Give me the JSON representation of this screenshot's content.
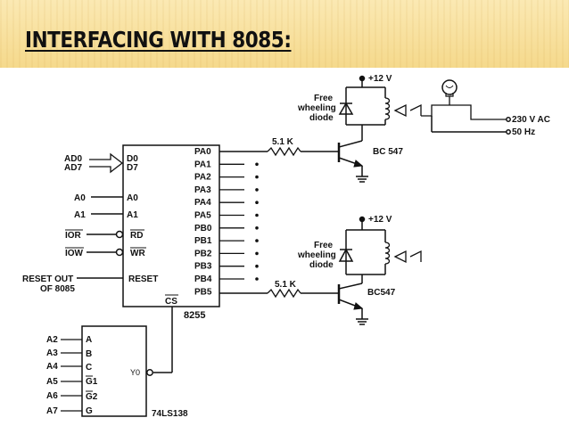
{
  "slide": {
    "title": "INTERFACING WITH 8085:"
  },
  "ppi": {
    "name": "8255",
    "cs": "CS",
    "left_pins": [
      "D0",
      "D7",
      "A0",
      "A1",
      "RD",
      "WR",
      "RESET"
    ],
    "right_pins": [
      "PA0",
      "PA1",
      "PA2",
      "PA3",
      "PA4",
      "PA5",
      "PB0",
      "PB1",
      "PB2",
      "PB3",
      "PB4",
      "PB5"
    ]
  },
  "inputs": {
    "ad0": "AD0",
    "ad7": "AD7",
    "a0": "A0",
    "a1": "A1",
    "ior": "IOR",
    "iow": "IOW",
    "reset_out": "RESET OUT",
    "of_8085": "OF 8085"
  },
  "decoder": {
    "name": "74LS138",
    "pins": [
      "A",
      "B",
      "C",
      "G1",
      "G2",
      "G"
    ],
    "inputs": [
      "A2",
      "A3",
      "A4",
      "A5",
      "A6",
      "A7"
    ],
    "output": "Y0"
  },
  "driver_top": {
    "supply": "+12 V",
    "diode_label": [
      "Free",
      "wheeling",
      "diode"
    ],
    "resistor": "5.1 K",
    "transistor": "BC 547",
    "ac_line1": "230 V AC",
    "ac_line2": "50 Hz"
  },
  "driver_bottom": {
    "supply": "+12 V",
    "diode_label": [
      "Free",
      "wheeling",
      "diode"
    ],
    "resistor": "5.1 K",
    "transistor": "BC547"
  }
}
